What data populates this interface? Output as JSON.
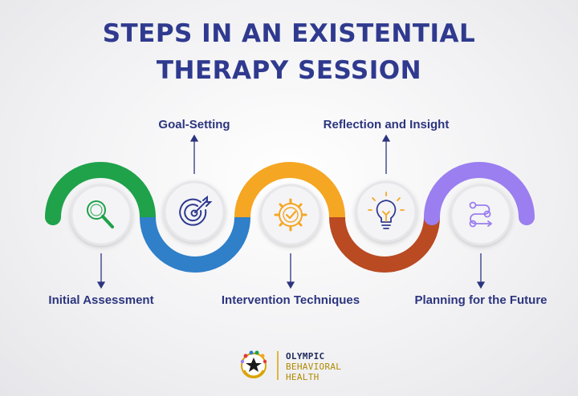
{
  "title": {
    "line1": "STEPS IN AN EXISTENTIAL",
    "line2": "THERAPY SESSION"
  },
  "steps": [
    {
      "label": "Initial Assessment",
      "icon": "magnifier-icon",
      "color": "#1fa24a",
      "label_position": "below"
    },
    {
      "label": "Goal-Setting",
      "icon": "target-icon",
      "color": "#2f7fc9",
      "label_position": "above"
    },
    {
      "label": "Intervention Techniques",
      "icon": "gear-check-icon",
      "color": "#f5a623",
      "label_position": "below"
    },
    {
      "label": "Reflection and Insight",
      "icon": "lightbulb-icon",
      "color": "#b94a22",
      "label_position": "above"
    },
    {
      "label": "Planning for the Future",
      "icon": "flow-path-icon",
      "color": "#9b7ef0",
      "label_position": "below"
    }
  ],
  "logo": {
    "line1": "OLYMPIC",
    "line2": "BEHAVIORAL",
    "line3": "HEALTH"
  },
  "colors": {
    "title": "#2f3a8f",
    "label": "#2c357e",
    "icon_stroke_blue": "#2f3a8f",
    "logo_gold": "#d9a300"
  }
}
